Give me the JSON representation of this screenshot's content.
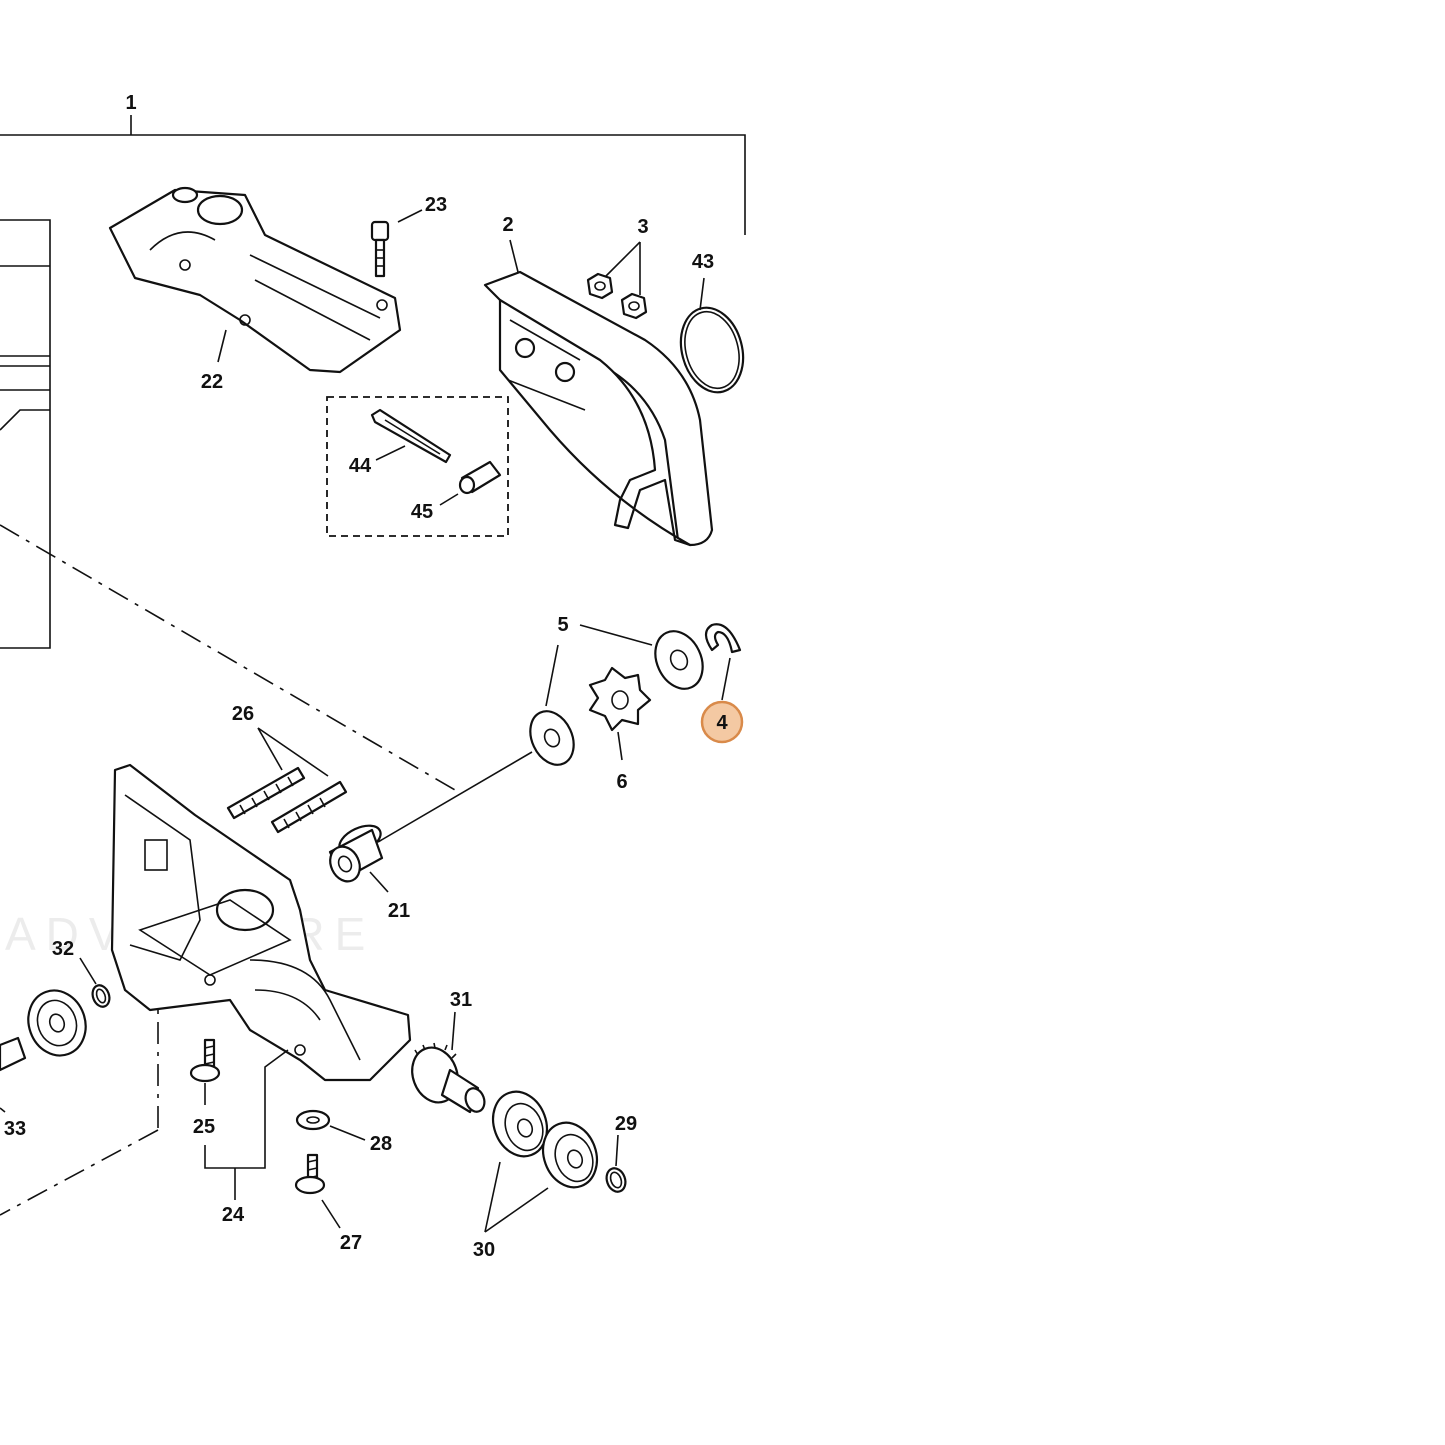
{
  "watermark": "ADVANTURE",
  "highlight_color": "#f4c9a3",
  "highlight_stroke": "#d98a4a",
  "callouts": [
    {
      "id": "1",
      "text": "1"
    },
    {
      "id": "2",
      "text": "2"
    },
    {
      "id": "3",
      "text": "3"
    },
    {
      "id": "4",
      "text": "4",
      "highlighted": true
    },
    {
      "id": "5",
      "text": "5"
    },
    {
      "id": "6",
      "text": "6"
    },
    {
      "id": "21",
      "text": "21"
    },
    {
      "id": "22",
      "text": "22"
    },
    {
      "id": "23",
      "text": "23"
    },
    {
      "id": "24",
      "text": "24"
    },
    {
      "id": "25",
      "text": "25"
    },
    {
      "id": "26",
      "text": "26"
    },
    {
      "id": "27",
      "text": "27"
    },
    {
      "id": "28",
      "text": "28"
    },
    {
      "id": "29",
      "text": "29"
    },
    {
      "id": "30",
      "text": "30"
    },
    {
      "id": "31",
      "text": "31"
    },
    {
      "id": "32",
      "text": "32"
    },
    {
      "id": "33",
      "text": "33"
    },
    {
      "id": "43",
      "text": "43"
    },
    {
      "id": "44",
      "text": "44"
    },
    {
      "id": "45",
      "text": "45"
    }
  ]
}
